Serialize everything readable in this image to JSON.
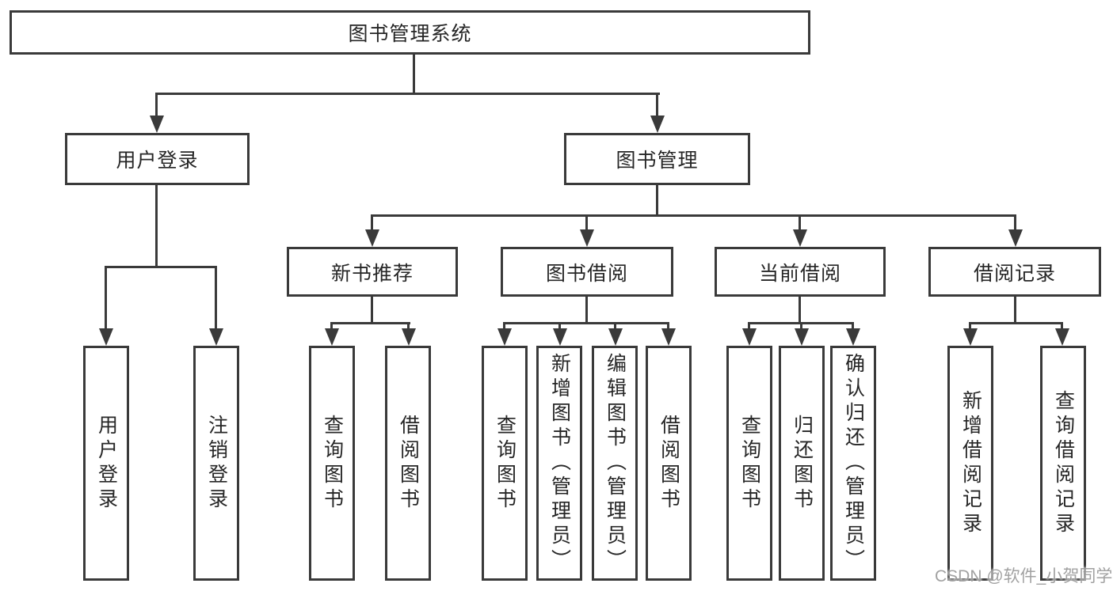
{
  "diagram": {
    "title": "图书管理系统",
    "user_login": {
      "label": "用户登录",
      "children": {
        "login": "用户登录",
        "logout": "注销登录"
      }
    },
    "book_management": {
      "label": "图书管理"
    },
    "new_book_recommend": {
      "label": "新书推荐",
      "children": {
        "query_books": "查询图书",
        "borrow_books": "借阅图书"
      }
    },
    "book_borrowing": {
      "label": "图书借阅",
      "children": {
        "query_books": "查询图书",
        "add_books": "新增图书（管理员）",
        "edit_books": "编辑图书（管理员）",
        "borrow_books": "借阅图书"
      }
    },
    "current_borrowing": {
      "label": "当前借阅",
      "children": {
        "query_books": "查询图书",
        "return_books": "归还图书",
        "confirm_return": "确认归还（管理员）"
      }
    },
    "borrow_records": {
      "label": "借阅记录",
      "children": {
        "add_record": "新增借阅记录",
        "query_record": "查询借阅记录"
      }
    }
  },
  "watermark": {
    "text": "CSDN @软件_小贺同学"
  },
  "colors": {
    "line": "#3a3a3a",
    "text": "#262626",
    "background": "#ffffff",
    "watermark": "#919191"
  }
}
